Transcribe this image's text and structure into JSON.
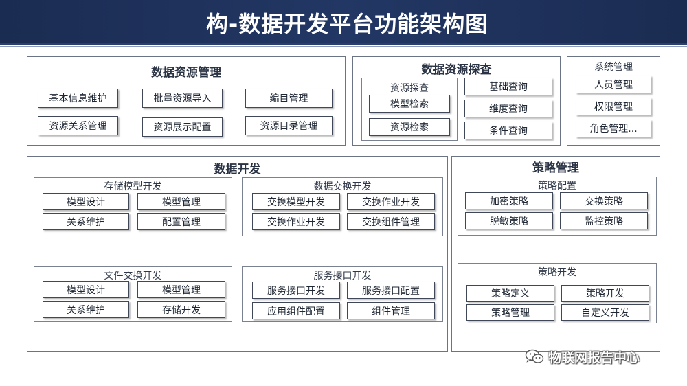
{
  "header": {
    "title": "构-数据开发平台功能架构图"
  },
  "resource_mgmt": {
    "title": "数据资源管理",
    "items": [
      "基本信息维护",
      "批量资源导入",
      "编目管理",
      "资源关系管理",
      "资源展示配置",
      "资源目录管理"
    ]
  },
  "resource_explore": {
    "title": "数据资源探查",
    "sub_title": "资源探查",
    "sub_items": [
      "模型检索",
      "资源检索"
    ],
    "items": [
      "基础查询",
      "维度查询",
      "条件查询"
    ]
  },
  "system_mgmt": {
    "title": "系统管理",
    "items": [
      "人员管理",
      "权限管理",
      "角色管理..."
    ]
  },
  "data_dev": {
    "title": "数据开发",
    "storage_model": {
      "title": "存储模型开发",
      "items": [
        "模型设计",
        "模型管理",
        "关系维护",
        "配置管理"
      ]
    },
    "data_exchange": {
      "title": "数据交换开发",
      "items": [
        "交换模型开发",
        "交换作业开发",
        "交换作业开发",
        "交换组件管理"
      ]
    },
    "file_exchange": {
      "title": "文件交换开发",
      "items": [
        "模型设计",
        "模型管理",
        "关系维护",
        "存储开发"
      ]
    },
    "service_api": {
      "title": "服务接口开发",
      "items": [
        "服务接口开发",
        "服务接口配置",
        "应用组件配置",
        "组件管理"
      ]
    }
  },
  "strategy_mgmt": {
    "title": "策略管理",
    "config": {
      "title": "策略配置",
      "items": [
        "加密策略",
        "交换策略",
        "脱敏策略",
        "监控策略"
      ]
    },
    "dev": {
      "title": "策略开发",
      "items": [
        "策略定义",
        "策略开发",
        "策略管理",
        "自定义开发"
      ]
    }
  },
  "watermark": {
    "text": "物联网报告中心",
    "icon": "wechat-icon"
  }
}
